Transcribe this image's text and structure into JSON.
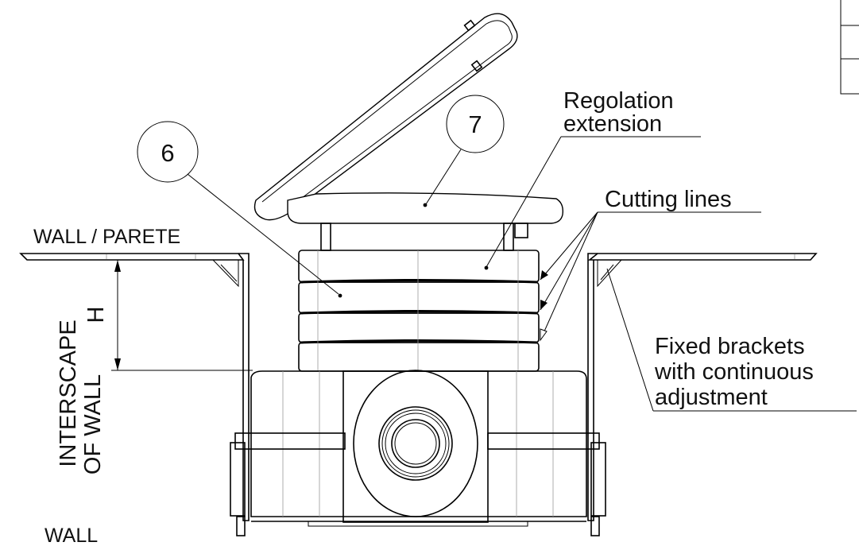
{
  "labels": {
    "callout_6": "6",
    "callout_7": "7",
    "regolation_line1": "Regolation",
    "regolation_line2": "extension",
    "cutting_lines": "Cutting lines",
    "wall_parete": "WALL / PARETE",
    "dimension_h": "H",
    "interscape_line1": "INTERSCAPE",
    "interscape_line2": "OF WALL",
    "fixed_brackets_line1": "Fixed brackets",
    "fixed_brackets_line2": "with continuous",
    "fixed_brackets_line3": "adjustment",
    "wall_bottom": "WALL"
  }
}
